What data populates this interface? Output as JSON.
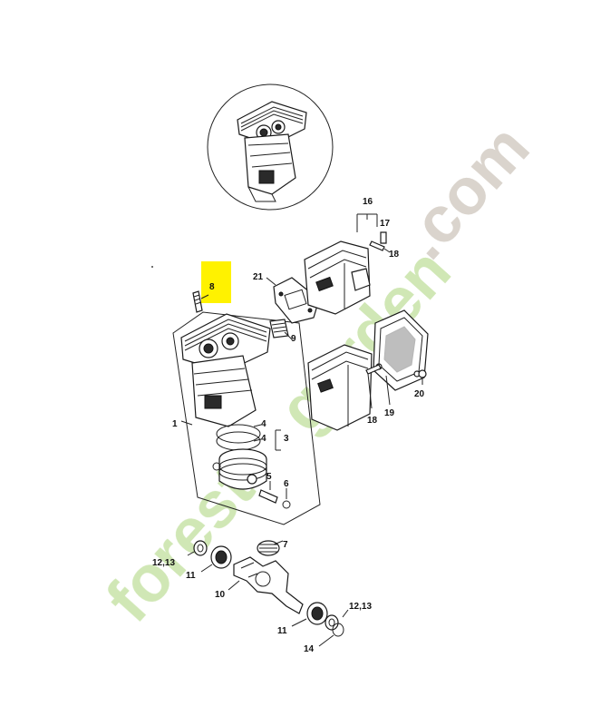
{
  "callouts": [
    {
      "id": "c1",
      "text": "1"
    },
    {
      "id": "c3",
      "text": "3"
    },
    {
      "id": "c4a",
      "text": "4"
    },
    {
      "id": "c4b",
      "text": "4"
    },
    {
      "id": "c5",
      "text": "5"
    },
    {
      "id": "c6",
      "text": "6"
    },
    {
      "id": "c7",
      "text": "7"
    },
    {
      "id": "c8",
      "text": "8"
    },
    {
      "id": "c9",
      "text": "9"
    },
    {
      "id": "c10",
      "text": "10"
    },
    {
      "id": "c11a",
      "text": "11"
    },
    {
      "id": "c11b",
      "text": "11"
    },
    {
      "id": "c1213a",
      "text": "12,13"
    },
    {
      "id": "c1213b",
      "text": "12,13"
    },
    {
      "id": "c14",
      "text": "14"
    },
    {
      "id": "c16",
      "text": "16"
    },
    {
      "id": "c17",
      "text": "17"
    },
    {
      "id": "c18a",
      "text": "18"
    },
    {
      "id": "c18b",
      "text": "18"
    },
    {
      "id": "c19",
      "text": "19"
    },
    {
      "id": "c20",
      "text": "20"
    },
    {
      "id": "c21",
      "text": "21"
    }
  ],
  "watermark": {
    "text_part1": "forest",
    "text_part2": "garden",
    "text_part3": ".com",
    "color_green": "#c8e3a8",
    "color_orange": "#f7c08a",
    "color_gray": "#d4cdc4"
  },
  "highlight_color": "#fff200"
}
